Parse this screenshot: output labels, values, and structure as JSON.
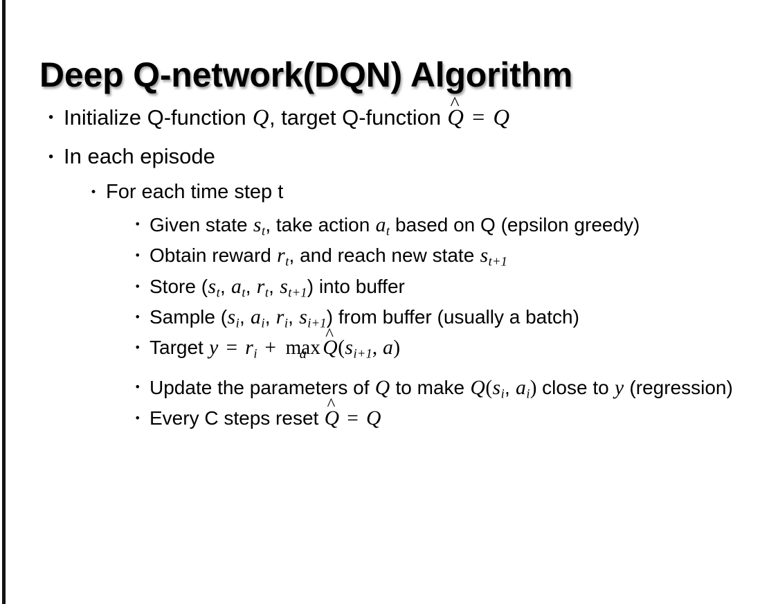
{
  "slide": {
    "title": "Deep Q-network(DQN) Algorithm",
    "background_color": "#ffffff",
    "text_color": "#000000",
    "left_border_color": "#131313",
    "bullet_glyph": "•"
  },
  "bullets": {
    "initialize": {
      "level": 1,
      "pre": "Initialize Q-function ",
      "var_q1": "Q",
      "mid": ", target Q-function ",
      "var_qhat": "Q",
      "hat_accent": "^",
      "equals": "=",
      "var_q2": "Q",
      "plain_text": "Initialize Q-function Q, target Q-function Q̂ = Q"
    },
    "in_each_episode": {
      "level": 1,
      "text": "In each episode"
    },
    "for_each_time_step": {
      "level": 2,
      "text": "For each time step t"
    },
    "given_state": {
      "level": 3,
      "pre": "Given state ",
      "var_s": "s",
      "sub_s": "t",
      "mid": ", take action ",
      "var_a": "a",
      "sub_a": "t",
      "post": " based on Q (epsilon greedy)",
      "plain_text": "Given state s_t, take action a_t based on Q (epsilon greedy)"
    },
    "obtain_reward": {
      "level": 3,
      "pre": "Obtain reward ",
      "var_r": "r",
      "sub_r": "t",
      "mid": ", and reach new state ",
      "var_s": "s",
      "sub_s": "t+1",
      "plain_text": "Obtain reward r_t, and reach new state s_{t+1}"
    },
    "store": {
      "level": 3,
      "pre": "Store (",
      "v1": "s",
      "s1": "t",
      "v2": "a",
      "s2": "t",
      "v3": "r",
      "s3": "t",
      "v4": "s",
      "s4": "t+1",
      "post": ") into buffer",
      "sep": ", ",
      "plain_text": "Store (s_t, a_t, r_t, s_{t+1}) into buffer"
    },
    "sample": {
      "level": 3,
      "pre": "Sample (",
      "v1": "s",
      "s1": "i",
      "v2": "a",
      "s2": "i",
      "v3": "r",
      "s3": "i",
      "v4": "s",
      "s4": "i+1",
      "post": ") from buffer (usually a batch)",
      "sep": ", ",
      "plain_text": "Sample (s_i, a_i, r_i, s_{i+1}) from buffer (usually a batch)"
    },
    "target": {
      "level": 3,
      "pre": "Target ",
      "var_y": "y",
      "equals": "=",
      "var_r": "r",
      "sub_r": "i",
      "plus": "+",
      "max_op": "max",
      "max_limit": "a",
      "var_qhat": "Q",
      "hat_accent": "^",
      "open_paren": "(",
      "var_s": "s",
      "sub_s": "i+1",
      "comma": ", ",
      "var_a": "a",
      "close_paren": ")",
      "plain_text": "Target y = r_i + max_a Q̂(s_{i+1}, a)"
    },
    "update": {
      "level": 3,
      "pre": "Update the parameters of ",
      "var_q1": "Q",
      "mid": " to make ",
      "var_q2": "Q",
      "open_paren": "(",
      "v1": "s",
      "s1": "i",
      "sep": ", ",
      "v2": "a",
      "s2": "i",
      "close_paren": ")",
      "post1": " close to ",
      "var_y": "y",
      "post2": " (regression)",
      "plain_text": "Update the parameters of Q to make Q(s_i, a_i) close to y (regression)"
    },
    "every_c_steps": {
      "level": 3,
      "pre": "Every C steps reset ",
      "var_qhat": "Q",
      "hat_accent": "^",
      "equals": "=",
      "var_q": "Q",
      "plain_text": "Every C steps reset Q̂ = Q"
    }
  }
}
